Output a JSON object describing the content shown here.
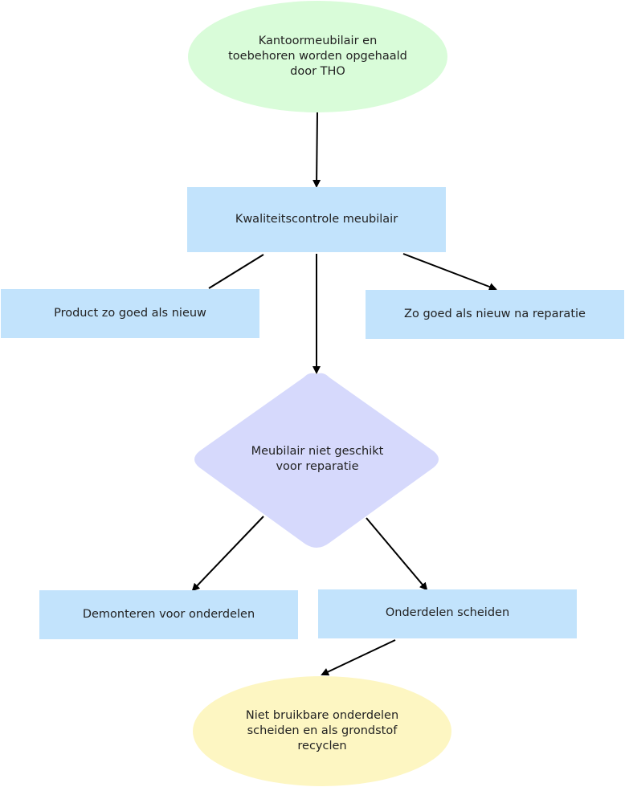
{
  "nodes": {
    "start": {
      "label": "Kantoormeubilair en\ntoebehoren worden opgehaald\ndoor THO",
      "color": "#d9fcd9"
    },
    "quality": {
      "label": "Kwaliteitscontrole meubilair",
      "color": "#c2e3fc"
    },
    "as_new": {
      "label": "Product zo goed als nieuw",
      "color": "#c2e3fc"
    },
    "after_repair": {
      "label": "Zo goed als nieuw na reparatie",
      "color": "#c2e3fc"
    },
    "not_repairable": {
      "label": "Meubilair niet geschikt\nvoor reparatie",
      "color": "#d6d9fc"
    },
    "dismantle": {
      "label": "Demonteren voor onderdelen",
      "color": "#c2e3fc"
    },
    "separate": {
      "label": "Onderdelen scheiden",
      "color": "#c2e3fc"
    },
    "recycle": {
      "label": "Niet bruikbare onderdelen\nscheiden en als grondstof\nrecyclen",
      "color": "#fdf6c2"
    }
  },
  "edge_color": "#000000"
}
